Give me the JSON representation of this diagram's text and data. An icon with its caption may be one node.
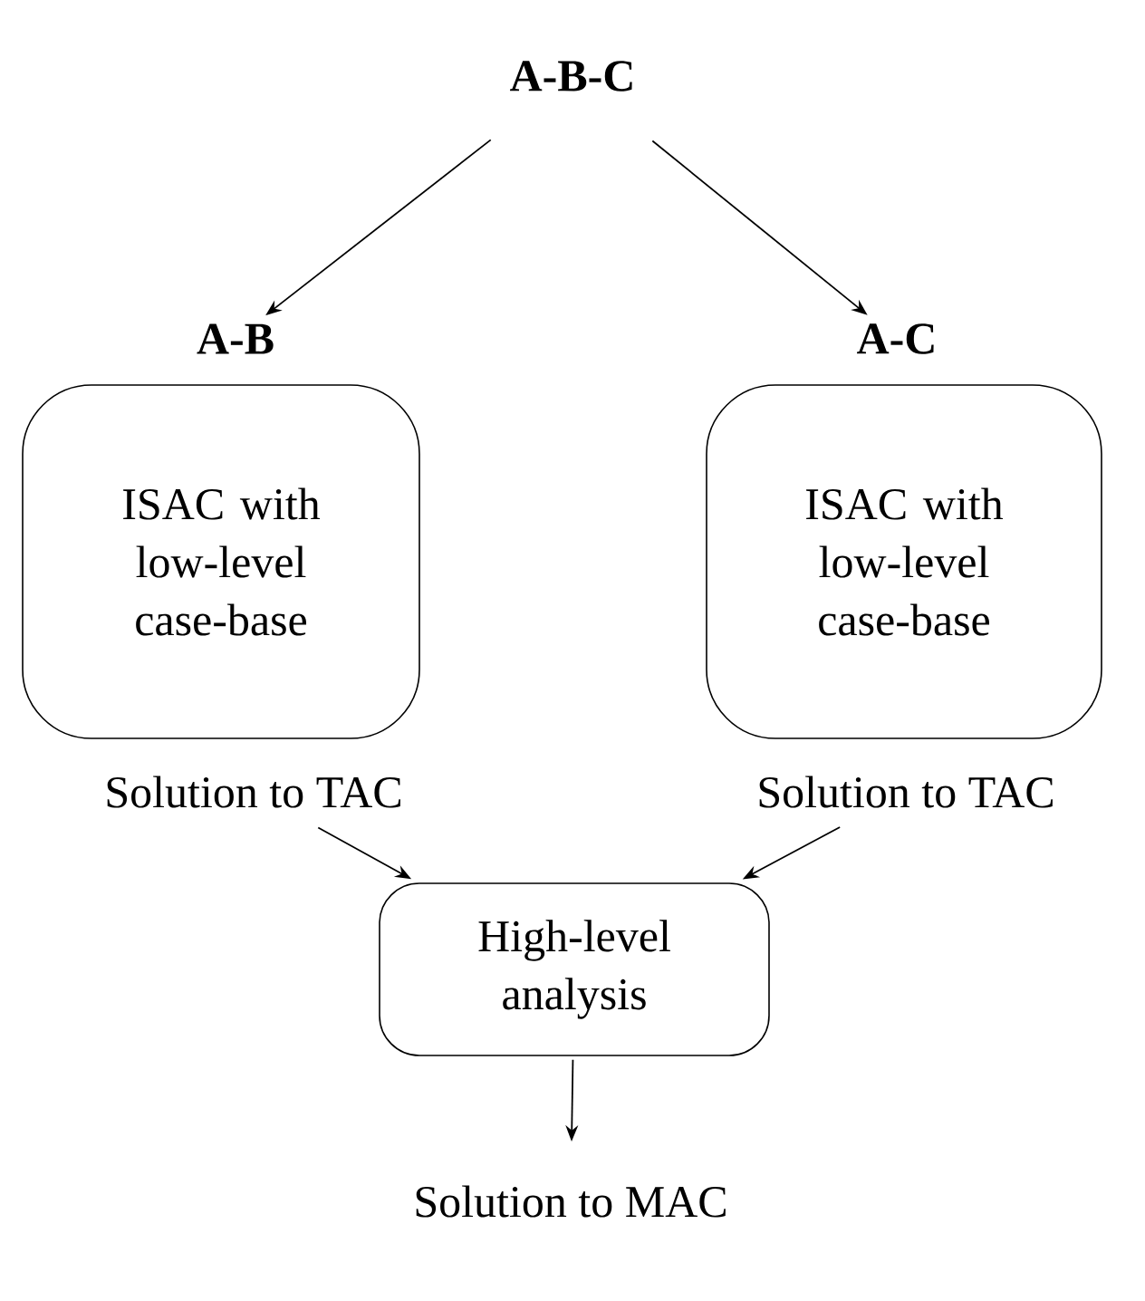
{
  "diagram": {
    "nodes": [
      {
        "text": [
          "A-B-C"
        ]
      },
      {
        "text": [
          "A-B"
        ]
      },
      {
        "text": [
          "A-C"
        ]
      },
      {
        "text": [
          "ISAC with low-level case-base"
        ]
      },
      {
        "text": [
          "ISAC with low-level case-base"
        ]
      },
      {
        "text": [
          "Solution to TAC"
        ]
      },
      {
        "text": [
          "Solution to TAC"
        ]
      },
      {
        "text": [
          "High-level analysis"
        ]
      },
      {
        "text": [
          "Solution to MAC"
        ]
      }
    ],
    "edges": [
      {
        "from": 0,
        "to": 1,
        "arrow": "to"
      },
      {
        "from": 0,
        "to": 2,
        "arrow": "to"
      },
      {
        "from": 5,
        "to": 7,
        "arrow": "to"
      },
      {
        "from": 6,
        "to": 7,
        "arrow": "to"
      },
      {
        "from": 7,
        "to": 8,
        "arrow": "to"
      }
    ]
  }
}
